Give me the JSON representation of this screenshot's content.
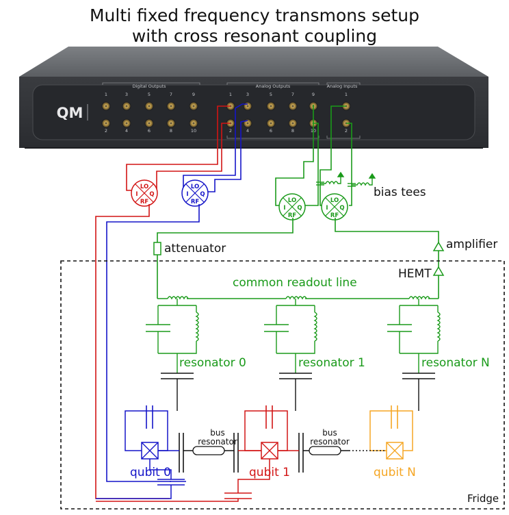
{
  "title": {
    "line1": "Multi fixed frequency transmons setup",
    "line2": "with cross resonant coupling"
  },
  "device": {
    "logo": "QM",
    "digital_outputs_label": "Digital Outputs",
    "analog_outputs_label": "Analog Outputs",
    "analog_inputs_label": "Analog Inputs",
    "digital_top_ports": [
      "1",
      "3",
      "5",
      "7",
      "9"
    ],
    "digital_bottom_ports": [
      "2",
      "4",
      "6",
      "8",
      "10"
    ],
    "analog_top_ports": [
      "1",
      "3",
      "5",
      "7",
      "9"
    ],
    "analog_bottom_ports": [
      "2",
      "4",
      "6",
      "8",
      "10"
    ],
    "input_ports": [
      "1",
      "2"
    ]
  },
  "mixer": {
    "lo": "LO",
    "i": "I",
    "q": "Q",
    "rf": "RF"
  },
  "labels": {
    "bias_tees": "bias tees",
    "attenuator": "attenuator",
    "amplifier": "amplifier",
    "hemt": "HEMT",
    "common_readout_line": "common readout line",
    "resonator_0": "resonator 0",
    "resonator_1": "resonator 1",
    "resonator_n": "resonator N",
    "bus_resonator_1a": "bus",
    "bus_resonator_1b": "resonator",
    "bus_resonator_2a": "bus",
    "bus_resonator_2b": "resonator",
    "qubit_0": "qubit 0",
    "qubit_1": "qubit 1",
    "qubit_n": "qubit N",
    "fridge": "Fridge"
  },
  "colors": {
    "qubit0": "#1414c8",
    "qubit1": "#d21414",
    "qubitN": "#f5a623",
    "readout": "#1a9a1a",
    "wiring": "#111111"
  }
}
